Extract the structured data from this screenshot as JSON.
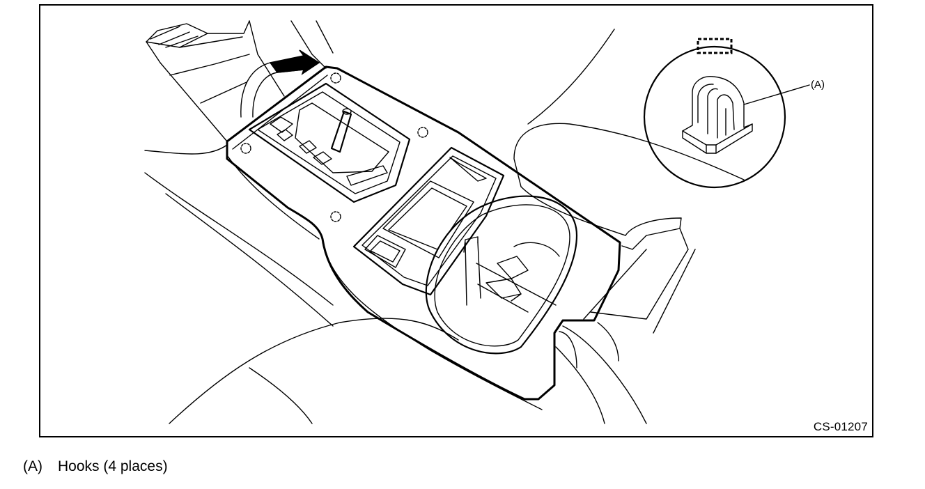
{
  "figure": {
    "code": "CS-01207",
    "callout_label": "(A)"
  },
  "legend": {
    "marker": "(A)",
    "text": "Hooks (4 places)"
  }
}
